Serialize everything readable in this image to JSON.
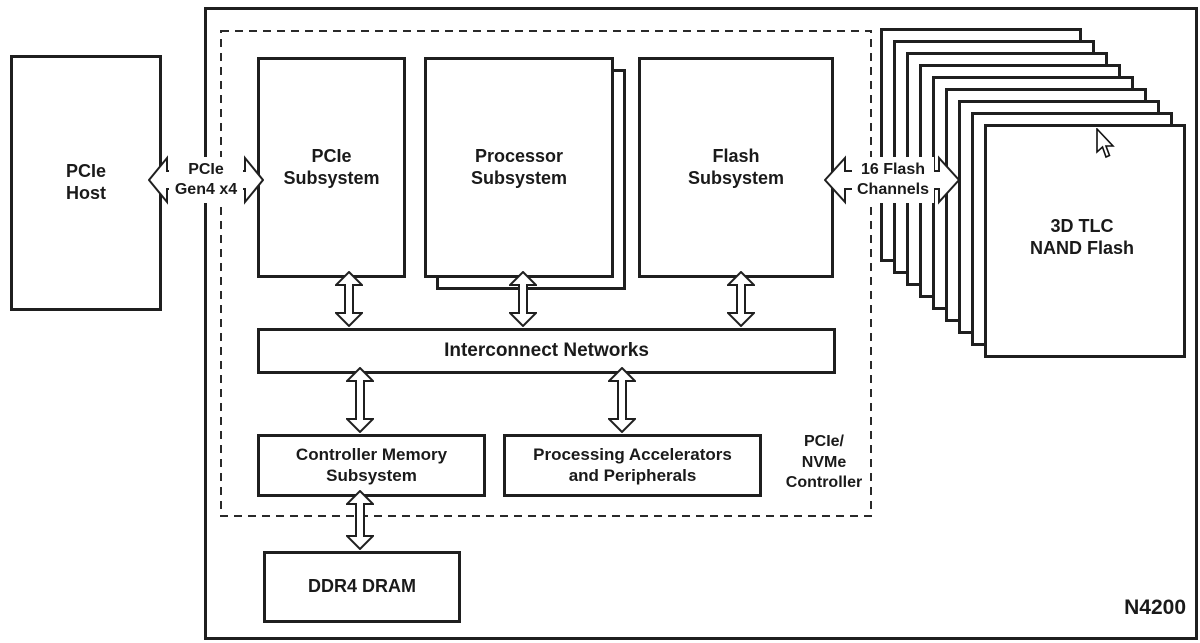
{
  "labels": {
    "pcie_host": "PCIe\nHost",
    "pcie_link": "PCIe\nGen4 x4",
    "pcie_subsystem": "PCIe\nSubsystem",
    "processor_subsystem": "Processor\nSubsystem",
    "flash_subsystem": "Flash\nSubsystem",
    "interconnect": "Interconnect Networks",
    "controller_memory": "Controller Memory\nSubsystem",
    "processing_accelerators": "Processing Accelerators\nand Peripherals",
    "controller": "PCIe/\nNVMe\nController",
    "ddr4": "DDR4 DRAM",
    "flash_channels": "16 Flash\nChannels",
    "nand": "3D TLC\nNAND Flash",
    "model": "N4200"
  },
  "colors": {
    "line": "#1f1f1f",
    "background": "#ffffff"
  },
  "nand_stack_count": 9
}
